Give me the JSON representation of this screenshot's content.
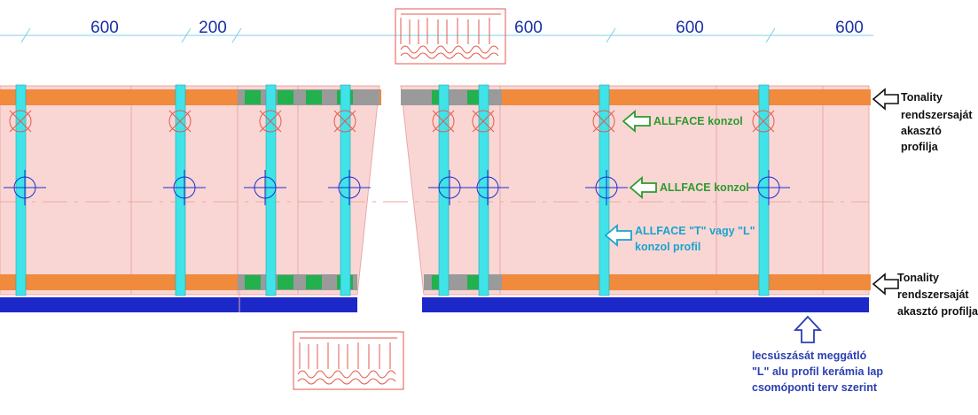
{
  "dimensions": [
    "600",
    "200",
    "600",
    "600",
    "600"
  ],
  "callouts": {
    "tonality_top": [
      "Tonality",
      "rendszersaját",
      "akasztó",
      "profilja"
    ],
    "allface_1": "ALLFACE konzol",
    "allface_2": "ALLFACE konzol",
    "allface_profile": [
      "ALLFACE \"T\" vagy \"L\"",
      "konzol profil"
    ],
    "tonality_bottom": [
      "Tonality",
      "rendszersaját",
      "akasztó profilja"
    ],
    "anti_slip": [
      "lecsúszását meggátló",
      "\"L\" alu profil kerámia lap",
      "csomóponti terv szerint"
    ]
  },
  "colors": {
    "tile_fill": "#f9d6d4",
    "tile_edge": "#e9a9a6",
    "rail_orange": "#f08a3c",
    "profile_cyan": "#3fe3e8",
    "clip_green": "#22b14c",
    "clip_gray": "#9a9a9a",
    "base_blue": "#1d28c8",
    "dim_line": "#7fd0e8",
    "dim_text": "#1b2fa8",
    "detail_red": "#e35a4c",
    "arrow_green": "#2f9a2f",
    "arrow_cyan": "#1aa3cf",
    "arrow_blue": "#2b3fb0"
  }
}
